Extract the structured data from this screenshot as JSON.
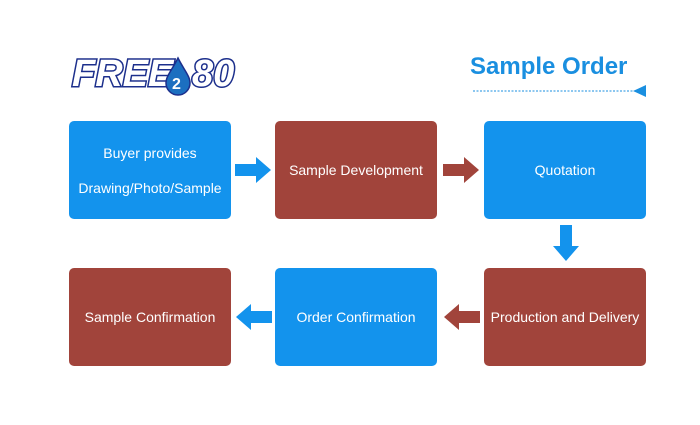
{
  "logo": {
    "text": "FREE2",
    "text_end": "80",
    "mid_char": "2"
  },
  "heading": {
    "title": "Sample Order"
  },
  "steps": [
    {
      "line1": "Buyer provides",
      "line2": "Drawing/Photo/Sample"
    },
    {
      "label": "Sample Development"
    },
    {
      "label": "Quotation"
    },
    {
      "label": "Production and Delivery"
    },
    {
      "label": "Order Confirmation"
    },
    {
      "label": "Sample Confirmation"
    }
  ],
  "colors": {
    "blue": "#1393ed",
    "red": "#a1443b",
    "heading": "#1a8fe0",
    "logo": "#1c2f8c"
  },
  "icons": {
    "arrow_right": "arrow-right-icon",
    "arrow_down": "arrow-down-icon",
    "arrow_left": "arrow-left-icon"
  }
}
